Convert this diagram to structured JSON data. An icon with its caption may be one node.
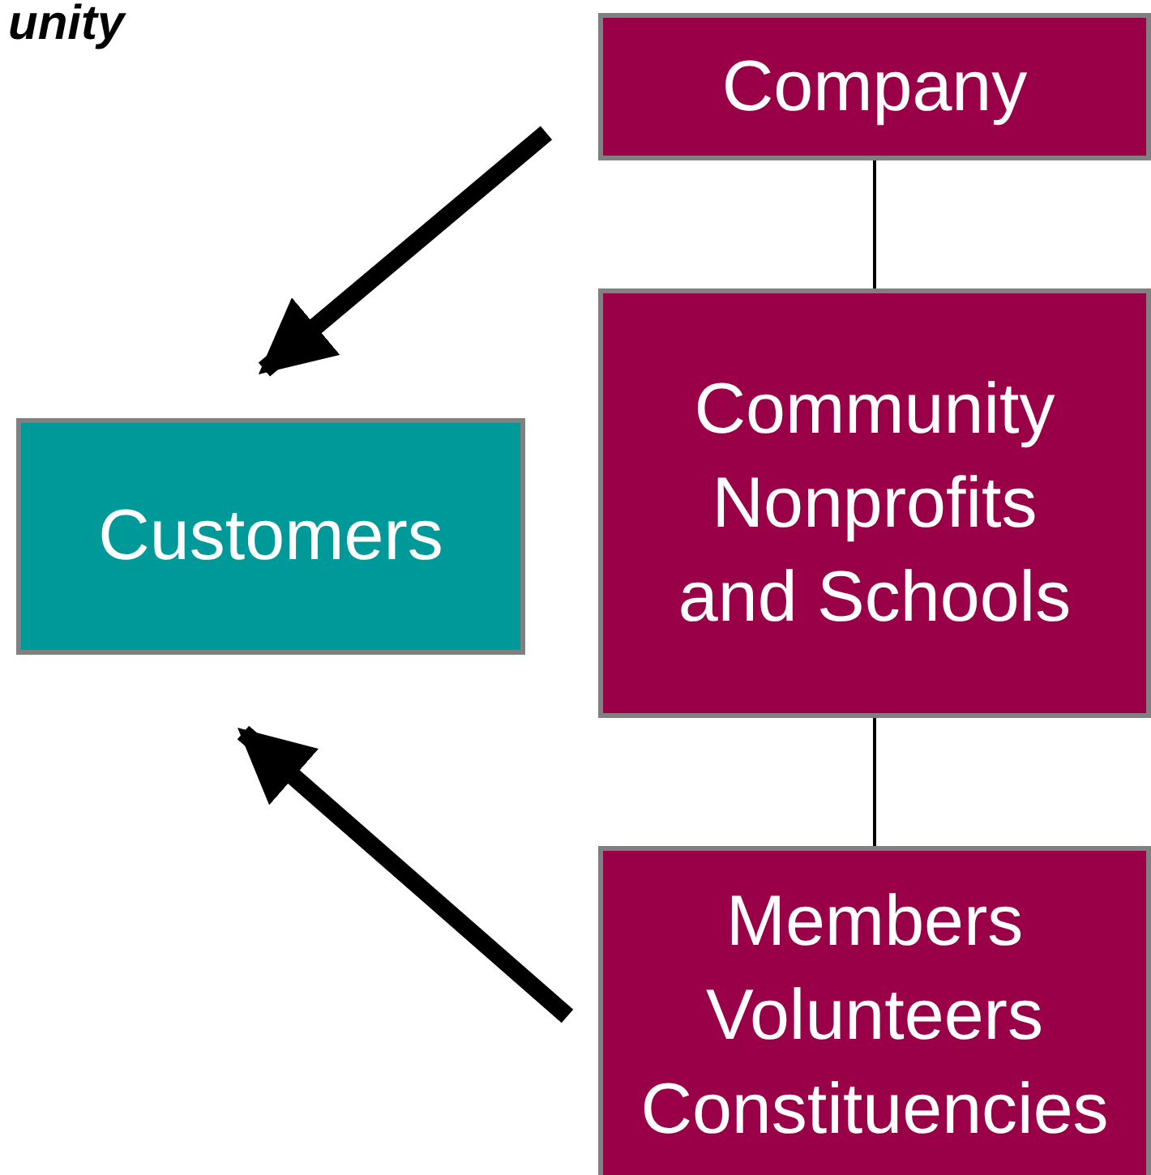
{
  "diagram": {
    "nodes": [
      {
        "text": [
          "Company"
        ]
      },
      {
        "text": [
          "Community Nonprofits and Schools"
        ]
      },
      {
        "text": [
          "Members Volunteers Constituencies"
        ]
      },
      {
        "text": [
          "Customers"
        ]
      }
    ],
    "edges": [
      {
        "from": 0,
        "to": 1,
        "arrow": "none"
      },
      {
        "from": 1,
        "to": 2,
        "arrow": "none"
      },
      {
        "from": 0,
        "to": 3,
        "arrow": "to",
        "style": "thick"
      },
      {
        "from": 2,
        "to": 3,
        "arrow": "to",
        "style": "thick"
      }
    ],
    "labels": [
      "unity"
    ]
  }
}
